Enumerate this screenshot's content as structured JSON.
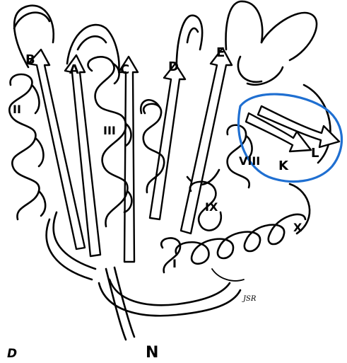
{
  "strand_labels": {
    "A": "A",
    "B": "B",
    "C": "C",
    "D": "D",
    "E": "E",
    "K": "K",
    "L": "L"
  },
  "helix_labels": {
    "I": "I",
    "II": "II",
    "III": "III",
    "VIII": "VIII",
    "IX": "IX",
    "X": "X"
  },
  "terminus_label": "N",
  "panel_label": "D",
  "signature": "JSR",
  "highlight": {
    "color": "#1f6fd1",
    "circles": [
      "K",
      "L"
    ]
  }
}
